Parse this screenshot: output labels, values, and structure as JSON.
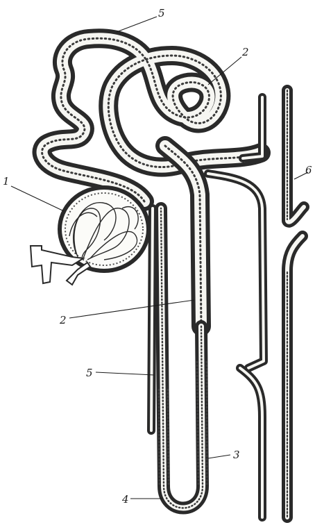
{
  "labels": {
    "glomerulus": "1",
    "convoluted_tubule_upper": "2",
    "loop_descending_segment": "2",
    "loop_thin_segment": "3",
    "loop_bend": "4",
    "tubule_top": "5",
    "ascending_segment": "5",
    "collecting_duct": "6"
  },
  "colors": {
    "ink": "#2a2a2a",
    "paper": "#ffffff",
    "lumen": "#f6f6f2"
  }
}
